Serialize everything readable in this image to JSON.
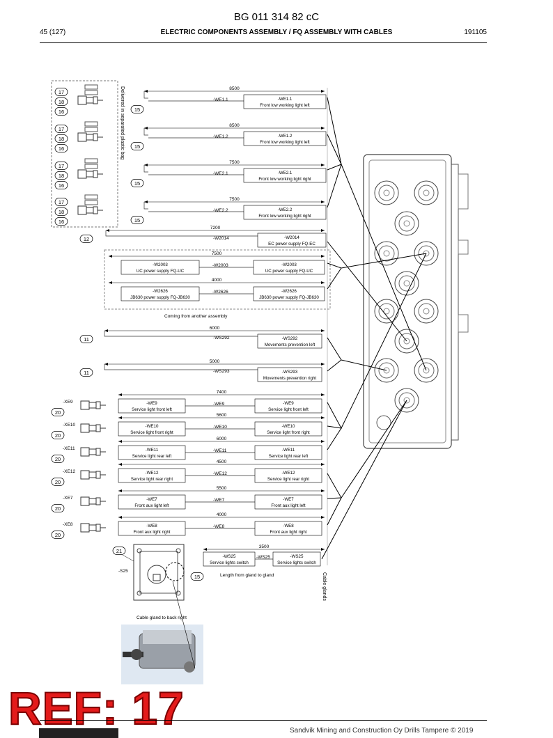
{
  "header": {
    "doc_number": "BG 011 314 82 cC",
    "page": "45 (127)",
    "section_title": "ELECTRIC COMPONENTS ASSEMBLY / FQ ASSEMBLY WITH CABLES",
    "doc_date": "191105"
  },
  "drawing": {
    "bag_label": "Delivered in separated plastic bag",
    "connector_callouts": [
      "17",
      "18",
      "16"
    ],
    "upper_cables": [
      {
        "callout": "15",
        "length": "8500",
        "tag": "-WE1.1",
        "box_tag": "-WE1.1",
        "box_desc": "Front low working light left"
      },
      {
        "callout": "15",
        "length": "8500",
        "tag": "-WE1.2",
        "box_tag": "-WE1.2",
        "box_desc": "Front low working light left"
      },
      {
        "callout": "15",
        "length": "7500",
        "tag": "-WE2.1",
        "box_tag": "-WE2.1",
        "box_desc": "Front low working light right"
      },
      {
        "callout": "15",
        "length": "7500",
        "tag": "-WE2.2",
        "box_tag": "-WE2.2",
        "box_desc": "Front low working light right"
      }
    ],
    "w2014": {
      "callout": "12",
      "length": "7200",
      "tag": "-W2014",
      "box_tag": "-W2014",
      "box_desc": "EC power supply FQ-EC"
    },
    "group_cables": [
      {
        "length": "7500",
        "tag": "-W2003",
        "left_tag": "-W2003",
        "left_desc": "UC power supply FQ-UC",
        "right_tag": "-W2003",
        "right_desc": "UC power supply FQ-UC"
      },
      {
        "length": "4000",
        "tag": "-W2626",
        "left_tag": "-W2626",
        "left_desc": "JB630 power supply FQ-JB630",
        "right_tag": "-W2626",
        "right_desc": "JB630 power supply FQ-JB630"
      }
    ],
    "group_note": "Coming from another assembly",
    "ws_cables": [
      {
        "callout": "11",
        "length": "6000",
        "tag": "-WS292",
        "box_tag": "-WS292",
        "box_desc": "Movements prevention left"
      },
      {
        "callout": "11",
        "length": "5000",
        "tag": "-WS293",
        "box_tag": "-WS293",
        "box_desc": "Movements prevention right"
      }
    ],
    "service_cables": [
      {
        "xe": "-XE9",
        "callout": "20",
        "length": "7400",
        "tag": "-WE9",
        "left_tag": "-WE9",
        "left_desc": "Service light front left",
        "right_tag": "-WE9",
        "right_desc": "Service light front left"
      },
      {
        "xe": "-XE10",
        "callout": "20",
        "length": "5600",
        "tag": "-WE10",
        "left_tag": "-WE10",
        "left_desc": "Service light front right",
        "right_tag": "-WE10",
        "right_desc": "Service light front right"
      },
      {
        "xe": "-XE11",
        "callout": "20",
        "length": "6000",
        "tag": "-WE11",
        "left_tag": "-WE11",
        "left_desc": "Service light rear left",
        "right_tag": "-WE11",
        "right_desc": "Service light rear left"
      },
      {
        "xe": "-XE12",
        "callout": "20",
        "length": "4500",
        "tag": "-WE12",
        "left_tag": "-WE12",
        "left_desc": "Service light rear right",
        "right_tag": "-WE12",
        "right_desc": "Service light rear right"
      },
      {
        "xe": "-XE7",
        "callout": "20",
        "length": "5500",
        "tag": "-WE7",
        "left_tag": "-WE7",
        "left_desc": "Front aux light left",
        "right_tag": "-WE7",
        "right_desc": "Front aux light left"
      },
      {
        "xe": "-XE8",
        "callout": "20",
        "length": "4000",
        "tag": "-WE8",
        "left_tag": "-WE8",
        "left_desc": "Front aux light right",
        "right_tag": "-WE8",
        "right_desc": "Front aux light right"
      }
    ],
    "ws25": {
      "callout_box": "21",
      "callout_cable": "15",
      "switch_tag": "-S25",
      "length": "3500",
      "tag": "-WS25",
      "left_tag": "-WS25",
      "left_desc": "Service lights switch",
      "right_tag": "-WS25",
      "right_desc": "Service lights switch"
    },
    "gland_length_note": "Length from gland to gland",
    "cable_glands_label": "Cable glands",
    "cable_gland_note": "Cable gland to back right"
  },
  "stamp": {
    "text": "REF: 17"
  },
  "footer": {
    "copyright": "Sandvik Mining and Construction Oy Drills Tampere © 2019"
  }
}
